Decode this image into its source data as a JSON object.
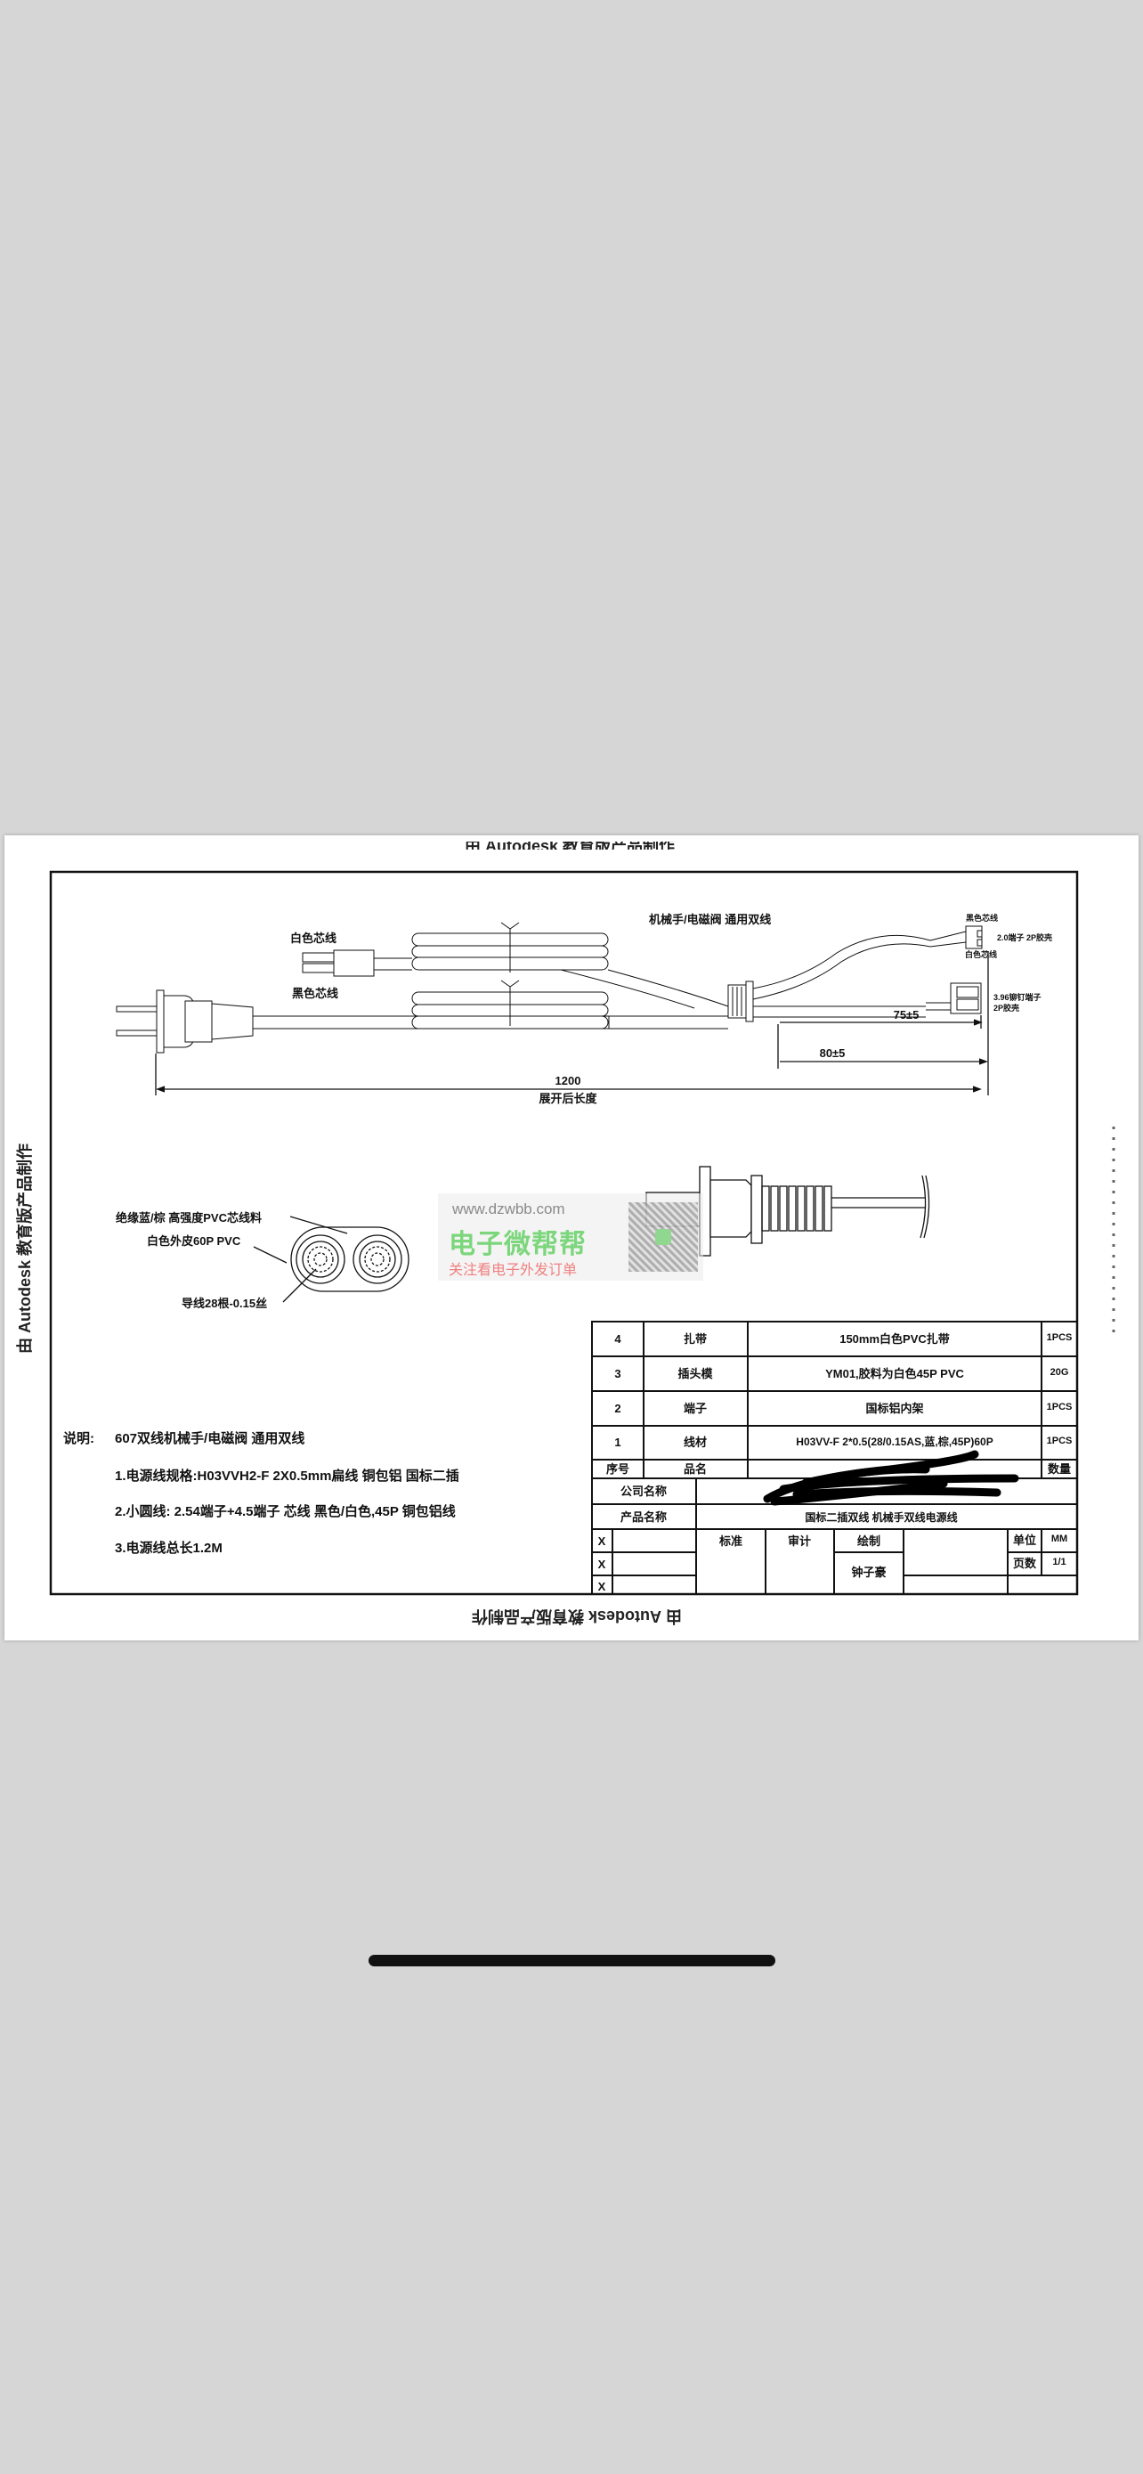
{
  "watermark_edges": {
    "top": "由 Autodesk 教育版产品制作",
    "left": "由 Autodesk 教育版产品制作",
    "bottom": "由 Autodesk 教育版产品制作"
  },
  "drawing": {
    "title": "机械手/电磁阀 通用双线",
    "white_core_label": "白色芯线",
    "black_core_label": "黑色芯线",
    "connector_top_black": "黑色芯线",
    "connector_top_spec": "2.0端子 2P胶壳",
    "connector_top_white": "白色芯线",
    "connector_bottom_spec_1": "3.96铆钉端子",
    "connector_bottom_spec_2": "2P胶壳",
    "dim_75": "75±5",
    "dim_80": "80±5",
    "dim_total": "1200",
    "dim_total_caption": "展开后长度"
  },
  "cross_section": {
    "label_insulation": "绝缘蓝/棕 高强度PVC芯线料",
    "label_sheath": "白色外皮60P PVC",
    "label_conductor": "导线28根-0.15丝"
  },
  "site_watermark": {
    "url": "www.dzwbb.com",
    "name": "电子微帮帮",
    "slogan": "关注看电子外发订单"
  },
  "bom": {
    "rows": [
      {
        "no": "4",
        "name": "扎带",
        "spec": "150mm白色PVC扎带",
        "qty": "1PCS"
      },
      {
        "no": "3",
        "name": "插头模",
        "spec": "YM01,胶料为白色45P PVC",
        "qty": "20G"
      },
      {
        "no": "2",
        "name": "端子",
        "spec": "国标铝内架",
        "qty": "1PCS"
      },
      {
        "no": "1",
        "name": "线材",
        "spec": "H03VV-F 2*0.5(28/0.15AS,蓝,棕,45P)60P",
        "qty": "1PCS"
      }
    ],
    "header": {
      "no": "序号",
      "name": "品名",
      "qty": "数量"
    }
  },
  "title_block": {
    "company_label": "公司名称",
    "product_label": "产品名称",
    "product_name": "国标二插双线 机械手双线电源线",
    "x_marks": [
      "X",
      "X",
      "X"
    ],
    "standard": "标准",
    "review": "审计",
    "drawn": "绘制",
    "drafter": "钟子豪",
    "unit_label": "单位",
    "unit_value": "MM",
    "page_label": "页数",
    "page_value": "1/1"
  },
  "notes": {
    "heading": "说明:",
    "intro": "607双线机械手/电磁阀 通用双线",
    "items": [
      "1.电源线规格:H03VVH2-F 2X0.5mm扁线 铜包铝 国标二插",
      "2.小圆线: 2.54端子+4.5端子  芯线 黑色/白色,45P 铜包铝线",
      "3.电源线总长1.2M"
    ]
  }
}
